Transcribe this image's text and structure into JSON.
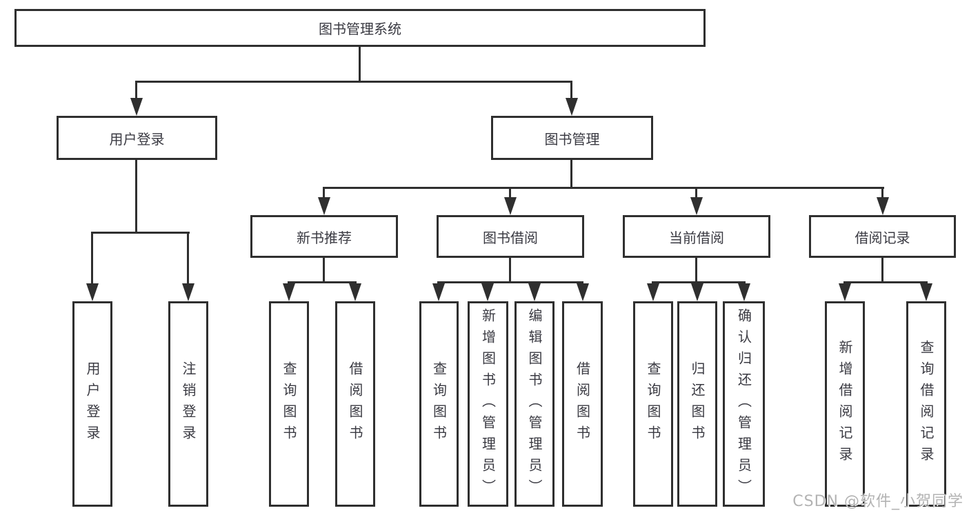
{
  "nodes": {
    "root": "图书管理系统",
    "user_login": "用户登录",
    "book_mgmt": "图书管理",
    "new_book": "新书推荐",
    "book_borrow": "图书借阅",
    "current_borrow": "当前借阅",
    "borrow_records": "借阅记录",
    "leaf_user_login": "用户登录",
    "leaf_logout": "注销登录",
    "leaf_nb_query": "查询图书",
    "leaf_nb_borrow": "借阅图书",
    "leaf_bb_query": "查询图书",
    "leaf_bb_add": "新增图书（管理员）",
    "leaf_bb_edit": "编辑图书（管理员）",
    "leaf_bb_borrow": "借阅图书",
    "leaf_cb_query": "查询图书",
    "leaf_cb_return": "归还图书",
    "leaf_cb_confirm": "确认归还（管理员）",
    "leaf_br_add": "新增借阅记录",
    "leaf_br_query": "查询借阅记录"
  },
  "watermark": "CSDN @软件_小贺同学",
  "colors": {
    "line": "#2f2f2f",
    "text": "#3a3a42",
    "watermark": "#b3b3b3",
    "background": "#ffffff"
  }
}
